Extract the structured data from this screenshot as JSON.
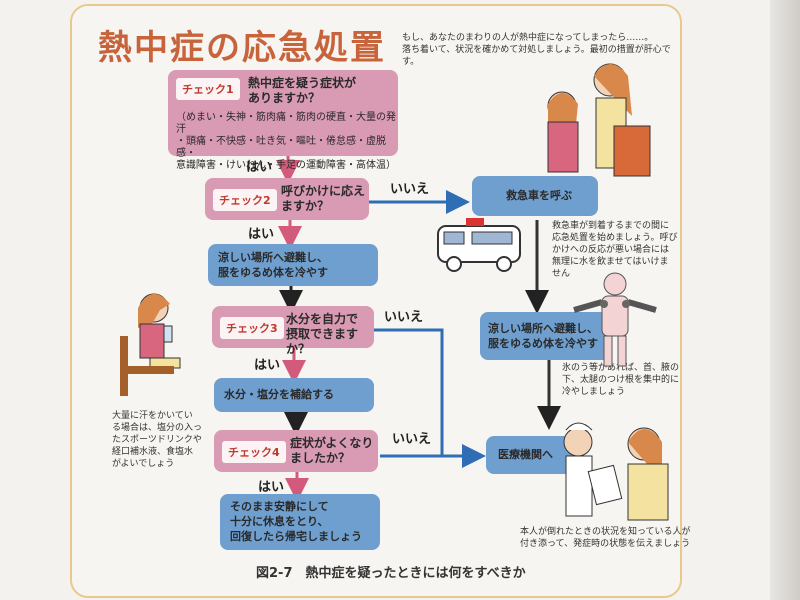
{
  "title": "熱中症の応急処置",
  "intro": [
    "もし、あなたのまわりの人が熱中症になってしまったら……。",
    "落ち着いて、状況を確かめて対処しましょう。最初の措置が肝心です。"
  ],
  "checks": [
    {
      "tag": "チェック1",
      "question": [
        "熱中症を疑う症状が",
        "ありますか？"
      ],
      "symptoms": [
        "（めまい・失神・筋肉痛・筋肉の硬直・大量の発汗",
        "・頭痛・不快感・吐き気・嘔吐・倦怠感・虚脱感・",
        "意識障害・けいれん・手足の運動障害・高体温）"
      ]
    },
    {
      "tag": "チェック2",
      "question": [
        "呼びかけに応え",
        "ますか？"
      ]
    },
    {
      "tag": "チェック3",
      "question": [
        "水分を自力で",
        "摂取できますか？"
      ]
    },
    {
      "tag": "チェック4",
      "question": [
        "症状がよくなり",
        "ましたか？"
      ]
    }
  ],
  "actions": {
    "cool_left": [
      "涼しい場所へ避難し、",
      "服をゆるめ体を冷やす"
    ],
    "hydrate": "水分・塩分を補給する",
    "rest": [
      "そのまま安静にして",
      "十分に休息をとり、",
      "回復したら帰宅しましょう"
    ],
    "ambulance": "救急車を呼ぶ",
    "cool_right": [
      "涼しい場所へ避難し、",
      "服をゆるめ体を冷やす"
    ],
    "hospital": "医療機関へ"
  },
  "labels": {
    "yes": "はい",
    "no": "いいえ"
  },
  "notes": {
    "ambulance_note": [
      "救急車が到着するまでの間に",
      "応急処置を始めましょう。呼び",
      "かけへの反応が悪い場合には",
      "無理に水を飲ませてはいけま",
      "せん"
    ],
    "ice_note": [
      "氷のう等があれば、首、腋の",
      "下、太腿のつけ根を集中的に",
      "冷やしましょう"
    ],
    "sweat_note": [
      "大量に汗をかいてい",
      "る場合は、塩分の入っ",
      "たスポーツドリンクや",
      "経口補水液、食塩水",
      "がよいでしょう"
    ],
    "hospital_note": [
      "本人が倒れたときの状況を知っている人が",
      "付き添って、発症時の状態を伝えましょう"
    ]
  },
  "caption": "図2-7　熱中症を疑ったときには何をすべきか",
  "colors": {
    "title": "#c8643c",
    "check_box": "#d99ab3",
    "action_box": "#6f9fcf",
    "yes_arrow": "#d35a7a",
    "no_arrow": "#2f6db5",
    "flow_arrow": "#222222"
  }
}
